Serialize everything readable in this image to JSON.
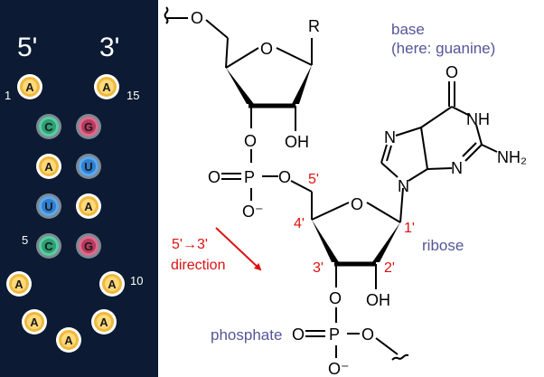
{
  "strand_panel": {
    "five_prime": "5'",
    "three_prime": "3'",
    "position_numbers": [
      "1",
      "15",
      "5",
      "10"
    ],
    "nucleotides": [
      "A",
      "A",
      "C",
      "G",
      "A",
      "U",
      "U",
      "A",
      "C",
      "G",
      "A",
      "A",
      "A",
      "A",
      "A"
    ],
    "colors": {
      "A": "#ffd97a",
      "C": "#2f9e73",
      "G": "#b83a5e",
      "U": "#2f7fd0",
      "background": "#0c1b33"
    }
  },
  "structure": {
    "r_group": "R",
    "atoms": {
      "o": "O",
      "oh": "OH",
      "p": "P",
      "o_minus": "O⁻",
      "n": "N",
      "nh": "NH",
      "nh2": "NH₂"
    },
    "carbon_labels": [
      "5'",
      "4'",
      "1'",
      "3'",
      "2'"
    ],
    "direction": {
      "line1": "5'→3'",
      "line2": "direction"
    },
    "colors": {
      "carbon_numbers": "#dd1111",
      "annotations": "#555599"
    }
  },
  "annotations": {
    "base_line1": "base",
    "base_line2": "(here: guanine)",
    "ribose": "ribose",
    "phosphate": "phosphate"
  }
}
